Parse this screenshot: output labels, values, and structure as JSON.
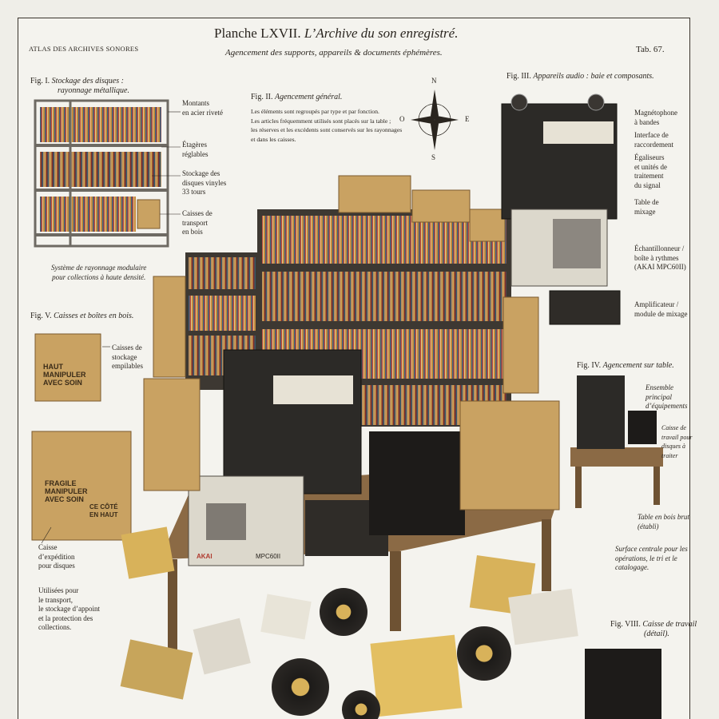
{
  "header": {
    "atlas": "ATLAS DES ARCHIVES SONORES",
    "plate_number": "Planche LXVII.",
    "plate_title": "L’Archive du son enregistré.",
    "subtitle": "Agencement des supports, appareils & documents éphémères.",
    "tab": "Tab. 67."
  },
  "compass": {
    "n": "N",
    "s": "S",
    "e": "E",
    "o": "O"
  },
  "fig1": {
    "num": "Fig. I.",
    "title_1": "Stockage des disques :",
    "title_2": "rayonnage métallique.",
    "labels": [
      "Montants",
      "en acier riveté",
      "Étagères",
      "réglables",
      "Stockage des",
      "disques vinyles",
      "33 tours",
      "Caisses de",
      "transport",
      "en bois"
    ],
    "caption_1": "Système de rayonnage modulaire",
    "caption_2": "pour collections à haute densité."
  },
  "fig2": {
    "num": "Fig. II.",
    "title": "Agencement général.",
    "text": [
      "Les éléments sont regroupés par type et par fonction.",
      "Les articles fréquemment utilisés sont placés sur la table ;",
      "les réserves et les excédents sont conservés sur les rayonnages",
      "et dans les caisses."
    ]
  },
  "fig3": {
    "num": "Fig. III.",
    "title": "Appareils audio : baie et composants.",
    "labels": [
      "Magnétophone",
      "à bandes",
      "Interface de",
      "raccordement",
      "Égaliseurs",
      "et unités de",
      "traitement",
      "du signal",
      "Table de",
      "mixage",
      "Échantillonneur /",
      "boîte à rythmes",
      "(AKAI MPC60II)",
      "Amplificateur /",
      "module de mixage"
    ]
  },
  "fig4": {
    "num": "Fig. IV.",
    "title": "Agencement sur table.",
    "labels": [
      "Ensemble",
      "principal",
      "d’équipements",
      "Caisse de",
      "travail pour",
      "disques à",
      "traiter",
      "Table en bois brut",
      "(établi)"
    ],
    "text": [
      "Surface centrale pour les",
      "opérations, le tri et le",
      "catalogage."
    ]
  },
  "fig5": {
    "num": "Fig. V.",
    "title": "Caisses et boîtes en bois.",
    "labels": [
      "Caisses de",
      "stockage",
      "empilables"
    ],
    "caption": [
      "Caisse",
      "d’expédition",
      "pour disques"
    ],
    "text": [
      "Utilisées pour",
      "le transport,",
      "le stockage d’appoint",
      "et la protection des",
      "collections."
    ]
  },
  "fig8": {
    "num": "Fig. VIII.",
    "title_1": "Caisse de travail",
    "title_2": "(détail)."
  },
  "crate_text": {
    "haut": "HAUT",
    "manipuler": "MANIPULER",
    "avec_soin": "AVEC SOIN",
    "fragile": "FRAGILE",
    "ce_cote": "CE CÔTÉ",
    "en_haut": "EN HAUT"
  },
  "brand": {
    "akai": "AKAI",
    "model": "MPC60II"
  },
  "colors": {
    "paper": "#f4f3ee",
    "ink": "#2a251f",
    "wood": "#c9a262",
    "metal": "#5d5a55",
    "record": "#1d1b19",
    "label_gold": "#d8b25a"
  }
}
